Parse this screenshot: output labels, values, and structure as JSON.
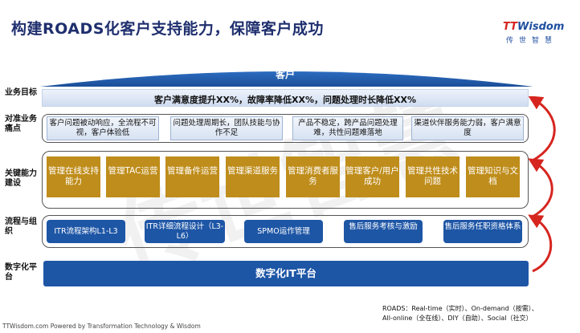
{
  "title": "构建ROADS化客户支持能力，保障客户成功",
  "logo": {
    "text_red": "TT",
    "text_blue": "Wisdom",
    "sub": "传世智慧"
  },
  "watermark": "传世智慧",
  "roof_label": "客户",
  "row_labels": {
    "goal": "业务目标",
    "pain": "对准业务痛点",
    "capability": "关键能力建设",
    "process": "流程与组织",
    "platform": "数字化平台"
  },
  "goal_text": "客户满意度提升XX%，故障率降低XX%，问题处理时长降低XX%",
  "pain_points": [
    "客户问题被动响应，全流程不可视，客户体验低",
    "问题处理周期长，团队技能与协作不足",
    "产品不稳定，跨产品问题处理难，共性问题难落地",
    "渠道伙伴服务能力弱，客户满意度"
  ],
  "capabilities": [
    "管理在线支持能力",
    "管理TAC运营",
    "管理备件运营",
    "管理渠道服务",
    "管理消费者服务",
    "管理客户/用户成功",
    "管理共性技术问题",
    "管理知识与文档"
  ],
  "processes": [
    "ITR流程架构L1-L3",
    "ITR详细流程设计（L3-L6）",
    "SPMO运作管理",
    "售后服务考核与激励",
    "售后服务任职资格体系"
  ],
  "platform": "数字化IT平台",
  "colors": {
    "navy": "#1f2f6e",
    "blue": "#1e56a6",
    "gold": "#bf8d1b",
    "red": "#d6251f"
  },
  "footer_left": "TTWisdom.com Powered by Transformation Technology & Wisdom",
  "roads_legend": [
    "ROADS：Real-time（实时）、On-demand（按需）、",
    "All-online（全在线）、DIY（自助）、Social（社交）"
  ]
}
